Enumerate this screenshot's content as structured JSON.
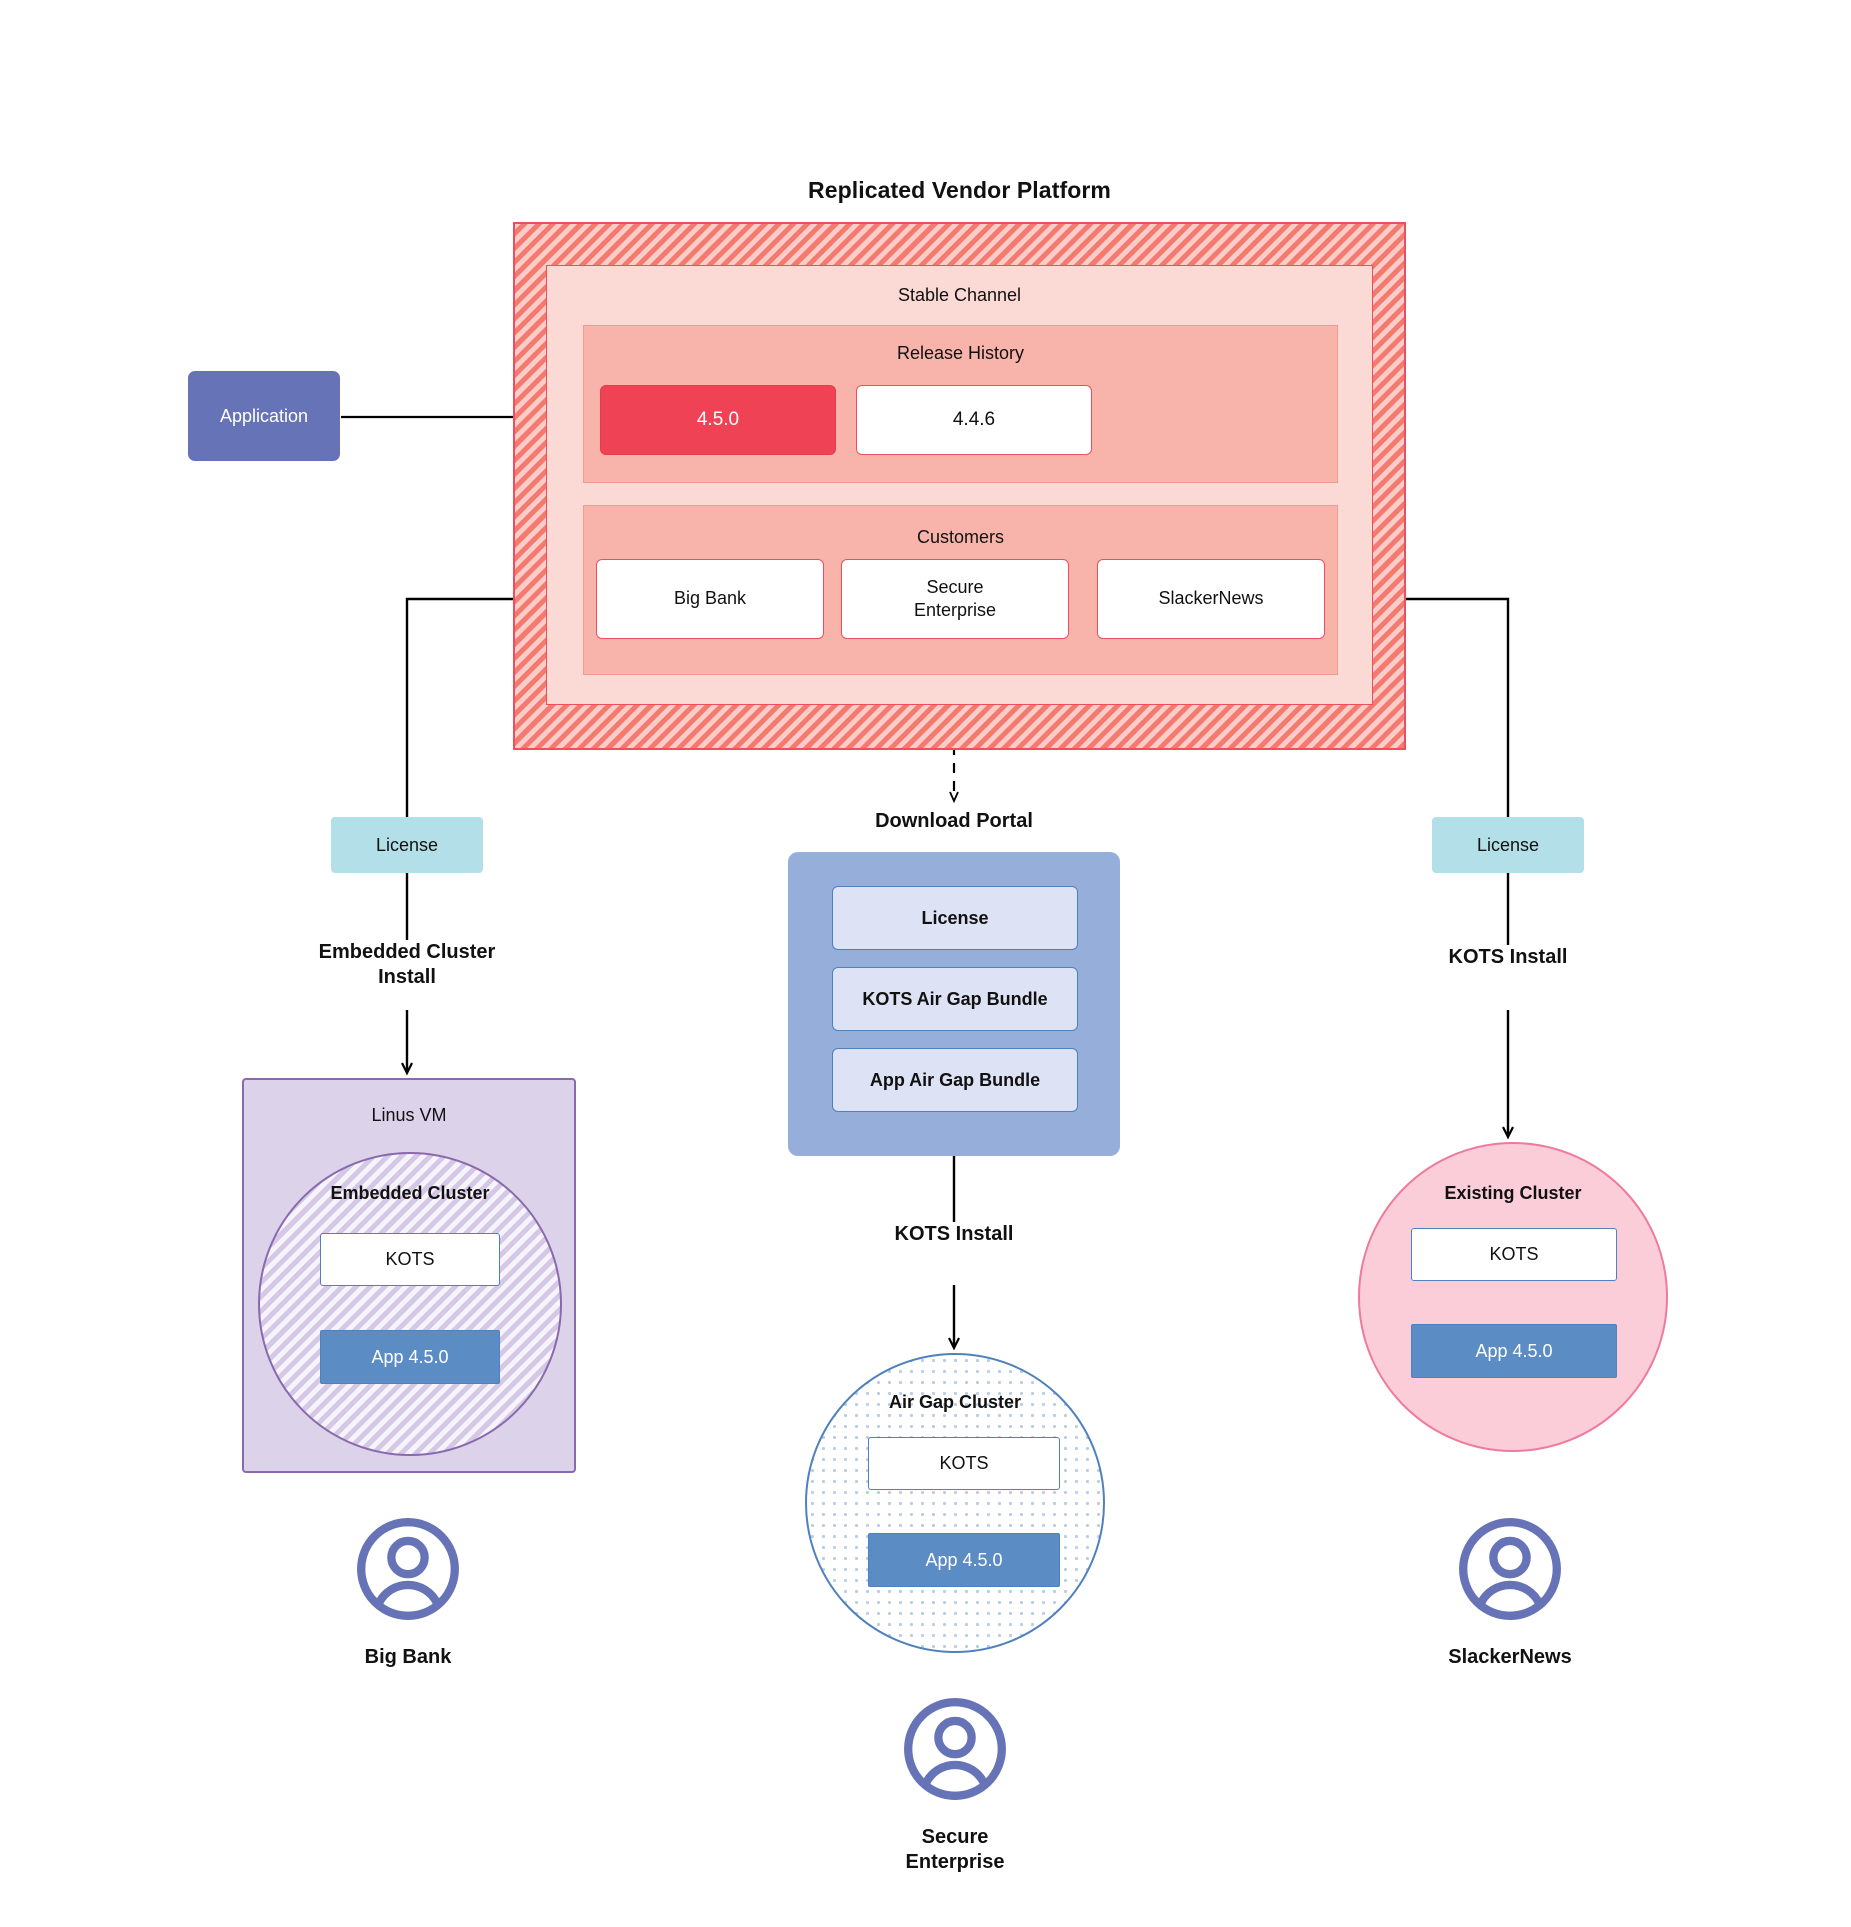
{
  "diagram": {
    "platform": {
      "title": "Replicated Vendor Platform",
      "channel_label": "Stable Channel",
      "release_history": {
        "label": "Release History",
        "releases": [
          {
            "version": "4.5.0",
            "state": "active"
          },
          {
            "version": "4.4.6",
            "state": "idle"
          }
        ]
      },
      "customers": {
        "label": "Customers",
        "items": [
          {
            "name": "Big Bank"
          },
          {
            "name": "Secure\nEnterprise"
          },
          {
            "name": "SlackerNews"
          }
        ]
      }
    },
    "application": {
      "label": "Application"
    },
    "licenses": {
      "left_label": "License",
      "right_label": "License"
    },
    "download_portal": {
      "title": "Download  Portal",
      "items": [
        {
          "label": "License"
        },
        {
          "label": "KOTS Air Gap Bundle"
        },
        {
          "label": "App Air Gap Bundle"
        }
      ]
    },
    "install_labels": {
      "left": "Embedded Cluster\nInstall",
      "center": "KOTS Install",
      "right": "KOTS Install"
    },
    "targets": {
      "left": {
        "host_label": "Linus VM",
        "cluster_label": "Embedded Cluster",
        "kots_label": "KOTS",
        "app_label": "App 4.5.0",
        "customer_label": "Big Bank"
      },
      "center": {
        "cluster_label": "Air Gap Cluster",
        "kots_label": "KOTS",
        "app_label": "App 4.5.0",
        "customer_label": "Secure\nEnterprise"
      },
      "right": {
        "cluster_label": "Existing Cluster",
        "kots_label": "KOTS",
        "app_label": "App 4.5.0",
        "customer_label": "SlackerNews"
      }
    },
    "icons": {
      "avatar": "user-avatar-icon"
    },
    "colors": {
      "platform_hatch": "#f4796f",
      "platform_border": "#ef4f5c",
      "channel_bg": "#fbd9d4",
      "band_bg": "#f8b4ab",
      "release_active": "#ef4255",
      "application": "#6674b7",
      "license_chip": "#b2dfe8",
      "portal_bg": "#95aeda",
      "portal_item_bg": "#dde3f5",
      "portal_item_border": "#4f81bd",
      "vm_bg": "#dcd3ea",
      "vm_border": "#8a69ad",
      "existing_cluster_bg": "#fbcdd8",
      "existing_cluster_border": "#ee7a9c",
      "airgap_border": "#4f81bd",
      "app_box": "#5b8cc4",
      "avatar": "#6674b7"
    }
  }
}
